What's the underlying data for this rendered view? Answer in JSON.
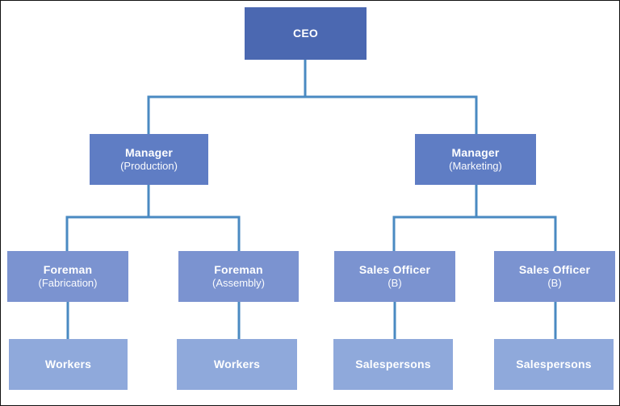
{
  "diagram": {
    "type": "org-chart",
    "colors": {
      "level1_box": "#4b68b1",
      "level2_box": "#5f7dc4",
      "level3_box": "#7b93d0",
      "level4_box": "#8fa9db",
      "connector": "#4a8ac2",
      "box_text": "#ffffff",
      "background": "#ffffff"
    },
    "nodes": {
      "ceo": {
        "title": "CEO",
        "subtitle": "",
        "level": 1
      },
      "manager_production": {
        "title": "Manager",
        "subtitle": "(Production)",
        "level": 2
      },
      "manager_marketing": {
        "title": "Manager",
        "subtitle": "(Marketing)",
        "level": 2
      },
      "foreman_fabrication": {
        "title": "Foreman",
        "subtitle": "(Fabrication)",
        "level": 3
      },
      "foreman_assembly": {
        "title": "Foreman",
        "subtitle": "(Assembly)",
        "level": 3
      },
      "sales_officer_1": {
        "title": "Sales Officer",
        "subtitle": "(B)",
        "level": 3
      },
      "sales_officer_2": {
        "title": "Sales Officer",
        "subtitle": "(B)",
        "level": 3
      },
      "workers_1": {
        "title": "Workers",
        "subtitle": "",
        "level": 4
      },
      "workers_2": {
        "title": "Workers",
        "subtitle": "",
        "level": 4
      },
      "salespersons_1": {
        "title": "Salespersons",
        "subtitle": "",
        "level": 4
      },
      "salespersons_2": {
        "title": "Salespersons",
        "subtitle": "",
        "level": 4
      }
    },
    "edges": [
      {
        "from": "ceo",
        "to": "manager_production"
      },
      {
        "from": "ceo",
        "to": "manager_marketing"
      },
      {
        "from": "manager_production",
        "to": "foreman_fabrication"
      },
      {
        "from": "manager_production",
        "to": "foreman_assembly"
      },
      {
        "from": "manager_marketing",
        "to": "sales_officer_1"
      },
      {
        "from": "manager_marketing",
        "to": "sales_officer_2"
      },
      {
        "from": "foreman_fabrication",
        "to": "workers_1"
      },
      {
        "from": "foreman_assembly",
        "to": "workers_2"
      },
      {
        "from": "sales_officer_1",
        "to": "salespersons_1"
      },
      {
        "from": "sales_officer_2",
        "to": "salespersons_2"
      }
    ]
  }
}
